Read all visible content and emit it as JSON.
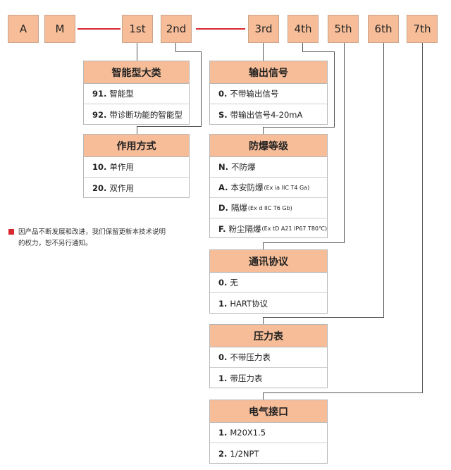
{
  "codes": [
    "A",
    "M",
    "1st",
    "2nd",
    "3rd",
    "4th",
    "5th",
    "6th",
    "7th"
  ],
  "groups": {
    "g1": {
      "title": "智能型大类",
      "rows": [
        {
          "key": "91.",
          "text": "智能型",
          "note": ""
        },
        {
          "key": "92.",
          "text": "带诊断功能的智能型",
          "note": ""
        }
      ]
    },
    "g2": {
      "title": "作用方式",
      "rows": [
        {
          "key": "10.",
          "text": "单作用",
          "note": ""
        },
        {
          "key": "20.",
          "text": "双作用",
          "note": ""
        }
      ]
    },
    "g3": {
      "title": "输出信号",
      "rows": [
        {
          "key": "0.",
          "text": "不带输出信号",
          "note": ""
        },
        {
          "key": "S.",
          "text": "带输出信号4-20mA",
          "note": ""
        }
      ]
    },
    "g4": {
      "title": "防爆等级",
      "rows": [
        {
          "key": "N.",
          "text": "不防爆",
          "note": ""
        },
        {
          "key": "A.",
          "text": "本安防爆",
          "note": "(Ex ia IIC T4 Ga)"
        },
        {
          "key": "D.",
          "text": "隔爆",
          "note": "(Ex d IIC T6 Gb)"
        },
        {
          "key": "F.",
          "text": "粉尘隔爆",
          "note": "(Ex tD A21 IP67 T80℃)"
        }
      ]
    },
    "g5": {
      "title": "通讯协议",
      "rows": [
        {
          "key": "0.",
          "text": "无",
          "note": ""
        },
        {
          "key": "1.",
          "text": "HART协议",
          "note": ""
        }
      ]
    },
    "g6": {
      "title": "压力表",
      "rows": [
        {
          "key": "0.",
          "text": "不带压力表",
          "note": ""
        },
        {
          "key": "1.",
          "text": "带压力表",
          "note": ""
        }
      ]
    },
    "g7": {
      "title": "电气接口",
      "rows": [
        {
          "key": "1.",
          "text": "M20X1.5",
          "note": ""
        },
        {
          "key": "2.",
          "text": "1/2NPT",
          "note": ""
        }
      ]
    }
  },
  "note": {
    "line1": "因产品不断发展和改进，我们保留更新本技术说明",
    "line2": "的权力，恕不另行通知。"
  },
  "colors": {
    "header_fill": "#f6bd98",
    "accent_red": "#d7282f"
  }
}
